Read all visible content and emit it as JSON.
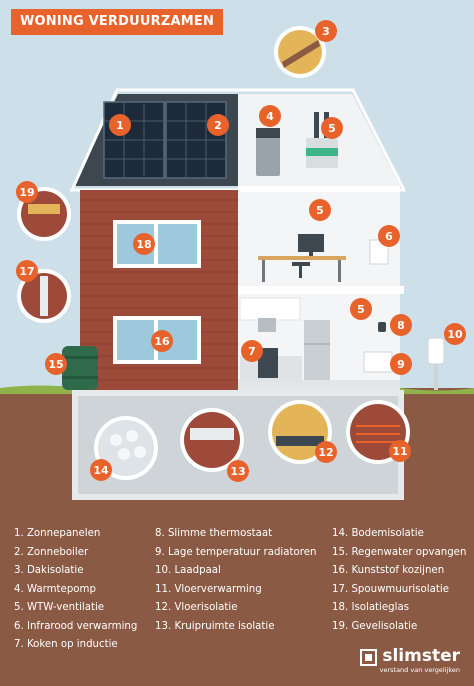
{
  "title": "WONING VERDUURZAMEN",
  "legend": {
    "columns": [
      [
        "1. Zonnepanelen",
        "2. Zonneboiler",
        "3. Dakisolatie",
        "4. Warmtepomp",
        "5. WTW-ventilatie",
        "6. Infrarood verwarming",
        "7. Koken op inductie"
      ],
      [
        "8. Slimme thermostaat",
        "9. Lage temperatuur radiatoren",
        "10. Laadpaal",
        "11. Vloerverwarming",
        "12. Vloerisolatie",
        "13. Kruipruimte isolatie"
      ],
      [
        "14. Bodemisolatie",
        "15. Regenwater opvangen",
        "16. Kunststof kozijnen",
        "17. Spouwmuurisolatie",
        "18. Isolatieglas",
        "19. Gevelisolatie"
      ]
    ]
  },
  "markers": [
    "1",
    "2",
    "3",
    "4",
    "5",
    "5",
    "5",
    "6",
    "7",
    "8",
    "9",
    "10",
    "11",
    "12",
    "13",
    "14",
    "15",
    "16",
    "17",
    "18",
    "19"
  ],
  "brand": {
    "name": "slimster",
    "tagline": "verstand van vergelijken"
  },
  "colors": {
    "accent": "#e8622c",
    "sky": "#cde0ea",
    "brick": "#9e4a3a",
    "soil": "#8a5a44",
    "roof": "#3d4750",
    "grass": "#8fb24a"
  }
}
